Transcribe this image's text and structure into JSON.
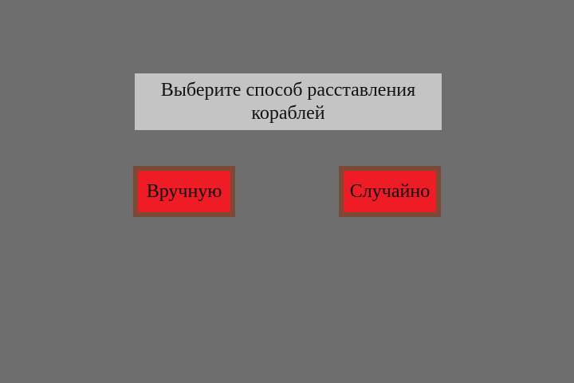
{
  "prompt": {
    "text": "Выберите способ расставления кораблей"
  },
  "buttons": {
    "manual_label": "Вручную",
    "random_label": "Случайно"
  },
  "colors": {
    "background": "#6e6e6e",
    "prompt_background": "#c4c4c4",
    "button_fill": "#ee1c24",
    "button_border": "#7a4a34"
  }
}
